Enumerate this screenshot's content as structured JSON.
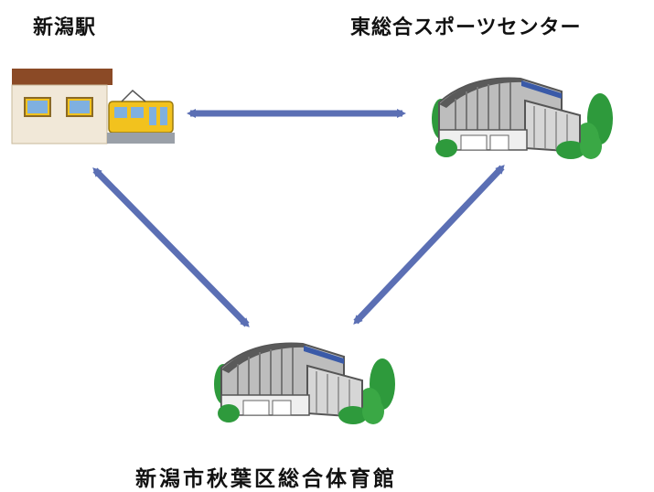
{
  "labels": {
    "station": "新潟駅",
    "east_center": "東総合スポーツセンター",
    "akiha_gym": "新潟市秋葉区総合体育館"
  },
  "icons": {
    "station": "train-station-icon",
    "east_center": "sports-arena-icon",
    "akiha_gym": "sports-arena-icon"
  },
  "colors": {
    "arrow": "#5b6fb4",
    "roof": "#7a7a7a",
    "wall": "#c9c9c9",
    "tree": "#2e9a3c",
    "station_roof": "#8b4a26",
    "station_wall": "#f1e8d8",
    "train": "#f2c21e"
  }
}
